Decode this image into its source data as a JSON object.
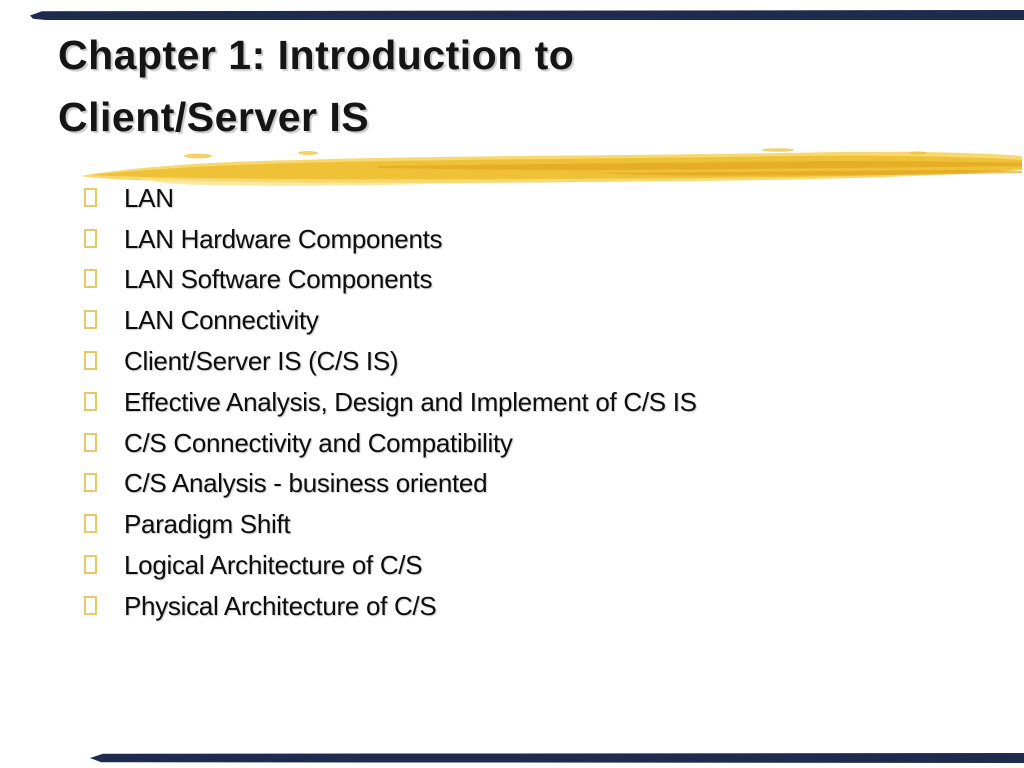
{
  "slide": {
    "title": {
      "line1": "Chapter 1: Introduction to",
      "line2": "Client/Server IS"
    },
    "bullets": [
      "LAN",
      "LAN Hardware Components",
      "LAN Software Components",
      "LAN Connectivity",
      "Client/Server IS (C/S IS)",
      "Effective Analysis, Design and Implement of C/S IS",
      "C/S Connectivity and Compatibility",
      "C/S Analysis - business oriented",
      "Paradigm Shift",
      "Logical Architecture of C/S",
      "Physical Architecture of C/S"
    ],
    "icons": {
      "bullet": "hollow-square-tofu-glyph",
      "underline": "gold-brush-stroke"
    },
    "colors": {
      "title_text": "#151515",
      "body_text": "#0d0d0d",
      "bullet_outline": "#e8c868",
      "bar_navy": "#1e2a4e",
      "brush_gold": "#efc136",
      "brush_gold_dark": "#dfa51c",
      "brush_gold_light": "#f6d561",
      "brush_gold_pale": "#f9e392",
      "slide_bg": "#ffffff"
    }
  }
}
